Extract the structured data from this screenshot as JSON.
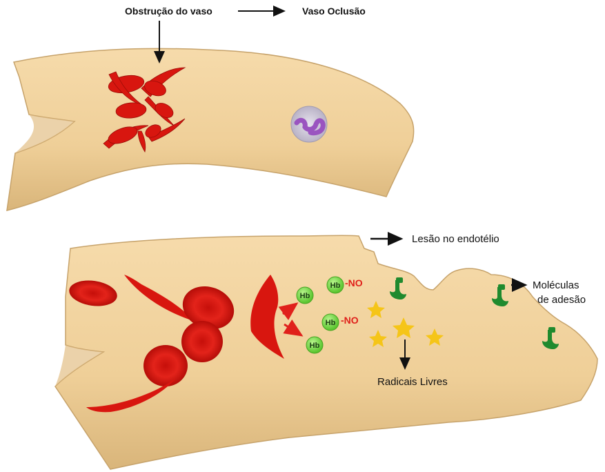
{
  "labels": {
    "obstruction": "Obstrução do vaso",
    "occlusion": "Vaso Oclusão",
    "endothelium_injury": "Lesão no endotélio",
    "adhesion_line1": "Moléculas",
    "adhesion_line2": "de adesão",
    "free_radicals": "Radicais Livres"
  },
  "hemoglobin": {
    "hb": "Hb",
    "no_suffix": "-NO"
  },
  "colors": {
    "vessel": "#f0cf98",
    "vessel_edge": "#c9a46a",
    "red_cell": "#d8160f",
    "hb": "#7ee04c",
    "adhesion": "#1f8a2e",
    "radical": "#f5c518",
    "leukocyte_nucleus": "#9a54c0"
  }
}
